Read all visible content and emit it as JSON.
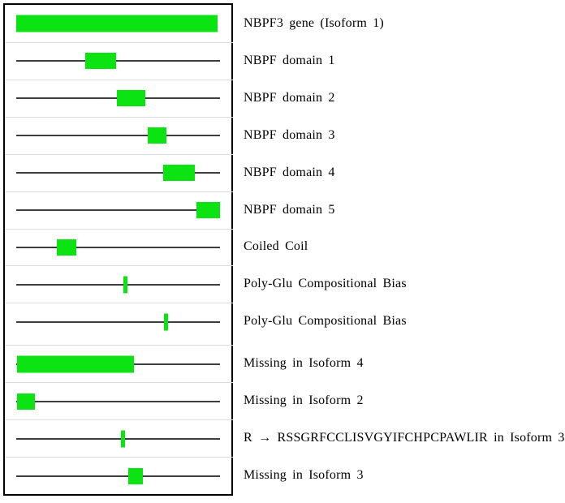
{
  "figure_type": "protein-feature-track-diagram",
  "colors": {
    "feature_green": "#0be312",
    "track_line": "#3d3d3d",
    "row_separator": "#dcdcdc",
    "panel_border": "#000000",
    "background": "#ffffff"
  },
  "tracks": {
    "rows": [
      {
        "label": "NBPF3 gene (Isoform 1)",
        "shape": "bar",
        "start": 0,
        "end": 99,
        "show_line": false
      },
      {
        "label": "NBPF domain 1",
        "shape": "box",
        "start": 33.9,
        "end": 49.0,
        "show_line": true
      },
      {
        "label": "NBPF domain 2",
        "shape": "box",
        "start": 49.4,
        "end": 63.3,
        "show_line": true
      },
      {
        "label": "NBPF domain 3",
        "shape": "box",
        "start": 64.5,
        "end": 73.7,
        "show_line": true
      },
      {
        "label": "NBPF domain 4",
        "shape": "box",
        "start": 72.1,
        "end": 87.6,
        "show_line": true
      },
      {
        "label": "NBPF domain 5",
        "shape": "box",
        "start": 88.4,
        "end": 100,
        "show_line": true
      },
      {
        "label": "Coiled Coil",
        "shape": "box",
        "start": 19.9,
        "end": 29.5,
        "show_line": true
      },
      {
        "label": "Poly-Glu Compositional Bias",
        "shape": "tick",
        "position": 53.4,
        "show_line": true
      },
      {
        "label": "Poly-Glu Compositional Bias",
        "shape": "tick",
        "position": 73.7,
        "show_line": true
      },
      {
        "label": "Missing in Isoform 4",
        "shape": "bar",
        "start": 0.4,
        "end": 57.8,
        "show_line": true,
        "section_start": true
      },
      {
        "label": "Missing in Isoform 2",
        "shape": "box",
        "start": 0.4,
        "end": 9.2,
        "show_line": true
      },
      {
        "label": "R → RSSGRFCCLISVGYIFCHPCPAWLIR in Isoform 3",
        "shape": "tick",
        "position": 52.2,
        "show_line": true
      },
      {
        "label": "Missing in Isoform 3",
        "shape": "box",
        "start": 55.0,
        "end": 62.2,
        "show_line": true
      }
    ]
  }
}
